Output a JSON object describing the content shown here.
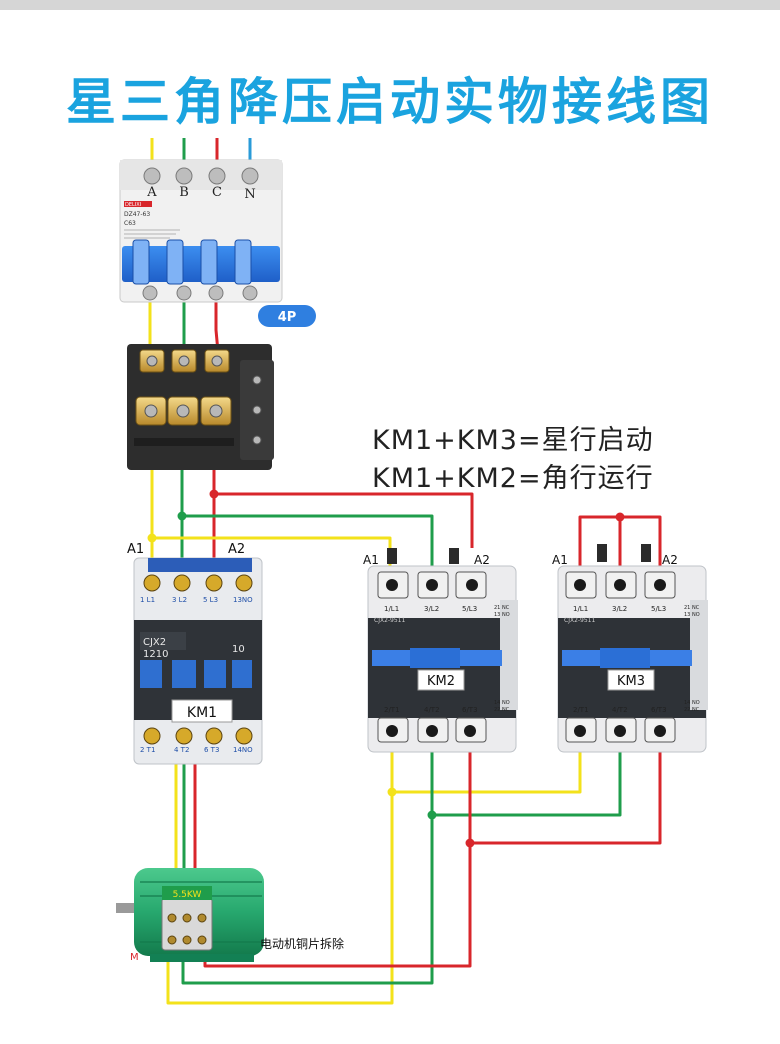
{
  "title": "星三角降压启动实物接线图",
  "formulas": [
    "KM1+KM3=星行启动",
    "KM1+KM2=角行运行"
  ],
  "breaker": {
    "phase_labels": [
      "A",
      "B",
      "C",
      "N"
    ],
    "brand": "DELIXI",
    "model": "DZ47-63",
    "rating": "C63",
    "poles_badge": "4P"
  },
  "km1": {
    "name": "KM1",
    "model": "CJX2",
    "model_code": "1210",
    "aux": "10",
    "coil_left": "A1",
    "coil_right": "A2",
    "top_terminals": [
      "1 L1",
      "3 L2",
      "5 L3",
      "13NO"
    ],
    "bottom_terminals": [
      "2 T1",
      "4 T2",
      "6 T3",
      "14NO"
    ]
  },
  "km2": {
    "name": "KM2",
    "model": "CJX2-9511",
    "coil_left": "A1",
    "coil_right": "A2",
    "top_terminals": [
      "1/L1",
      "3/L2",
      "5/L3",
      "21 NC",
      "13 NO"
    ],
    "bottom_terminals": [
      "2/T1",
      "4/T2",
      "6/T3",
      "14 NO",
      "22 NC"
    ]
  },
  "km3": {
    "name": "KM3",
    "model": "CJX2-9511",
    "coil_left": "A1",
    "coil_right": "A2",
    "top_terminals": [
      "1/L1",
      "3/L2",
      "5/L3",
      "21 NC",
      "13 NO"
    ],
    "bottom_terminals": [
      "2/T1",
      "4/T2",
      "6/T3",
      "14 NO",
      "22 NC"
    ]
  },
  "motor": {
    "badge": "5.5KW",
    "mark": "M",
    "note": "电动机铜片拆除"
  },
  "colors": {
    "title": "#1aa3df",
    "phase_a": "#f3e21b",
    "phase_b": "#1f9d4b",
    "phase_c": "#d8262b",
    "neutral": "#2a9bd8",
    "contactor_window": "#2f6fd0",
    "motor": "#27a86e"
  }
}
